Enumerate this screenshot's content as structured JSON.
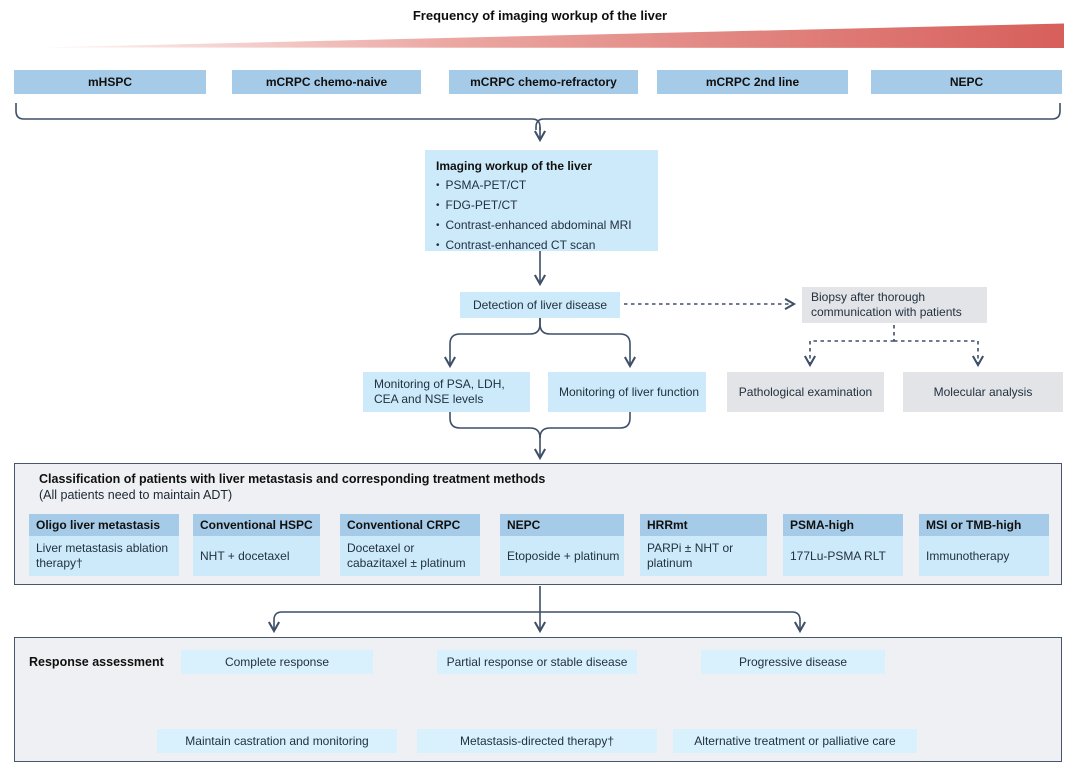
{
  "title": "Frequency of imaging workup of the liver",
  "stages": [
    {
      "label": "mHSPC"
    },
    {
      "label": "mCRPC chemo-naive"
    },
    {
      "label": "mCRPC chemo-refractory"
    },
    {
      "label": "mCRPC 2nd line"
    },
    {
      "label": "NEPC"
    }
  ],
  "imaging_workup": {
    "title": "Imaging workup of the liver",
    "items": [
      "PSMA-PET/CT",
      "FDG-PET/CT",
      "Contrast-enhanced abdominal MRI",
      "Contrast-enhanced CT scan"
    ]
  },
  "detection": {
    "label": "Detection of liver disease"
  },
  "biopsy": {
    "label": "Biopsy after thorough communication with patients"
  },
  "monitoring": [
    {
      "label": "Monitoring of PSA, LDH, CEA and NSE levels"
    },
    {
      "label": "Monitoring of liver function"
    }
  ],
  "pathology": {
    "label": "Pathological examination"
  },
  "molecular": {
    "label": "Molecular analysis"
  },
  "classification": {
    "title": "Classification of patients with liver metastasis and corresponding treatment methods",
    "subtitle": "(All patients need to maintain ADT)",
    "columns": [
      {
        "header": "Oligo liver metastasis",
        "treatment": "Liver metastasis ablation therapy†"
      },
      {
        "header": "Conventional HSPC",
        "treatment": "NHT + docetaxel"
      },
      {
        "header": "Conventional CRPC",
        "treatment": "Docetaxel or cabazitaxel ± platinum"
      },
      {
        "header": "NEPC",
        "treatment": "Etoposide + platinum"
      },
      {
        "header": "HRRmt",
        "treatment": "PARPi ± NHT or platinum"
      },
      {
        "header": "PSMA-high",
        "treatment": "177Lu-PSMA RLT"
      },
      {
        "header": "MSI or TMB-high",
        "treatment": "Immunotherapy"
      }
    ]
  },
  "response": {
    "label": "Response assessment",
    "outcomes": [
      {
        "label": "Complete response"
      },
      {
        "label": "Partial response or stable disease"
      },
      {
        "label": "Progressive disease"
      }
    ],
    "actions": [
      {
        "label": "Maintain castration and monitoring"
      },
      {
        "label": "Metastasis-directed therapy†"
      },
      {
        "label": "Alternative treatment or palliative care"
      }
    ]
  },
  "colors": {
    "accent_blue": "#a6cbe8",
    "light_blue": "#cdeafb",
    "pale_blue": "#d9f1fd",
    "gray_box": "#e3e4e8",
    "panel_bg": "#eef0f4",
    "line": "#3e4f68",
    "wedge_red": "#d75f5b"
  }
}
